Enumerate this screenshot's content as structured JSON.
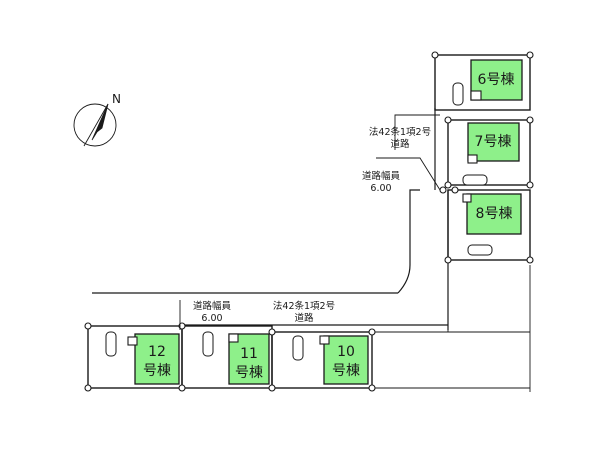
{
  "compass": {
    "north_label": "N"
  },
  "buildings": {
    "b6": "6号棟",
    "b7": "7号棟",
    "b8": "8号棟",
    "b10": {
      "num": "10",
      "suffix": "号棟"
    },
    "b11": {
      "num": "11",
      "suffix": "号棟"
    },
    "b12": {
      "num": "12",
      "suffix": "号棟"
    }
  },
  "annotations": {
    "road_article_upper": {
      "line1": "法42条1項2号",
      "line2": "道路"
    },
    "road_width_upper": {
      "line1": "道路幅員",
      "line2": "6.00"
    },
    "road_width_lower": {
      "line1": "道路幅員",
      "line2": "6.00"
    },
    "road_article_lower": {
      "line1": "法42条1項2号",
      "line2": "道路"
    }
  },
  "colors": {
    "building_fill": "#8ef08a",
    "line": "#1a1a1a",
    "background": "#ffffff"
  }
}
